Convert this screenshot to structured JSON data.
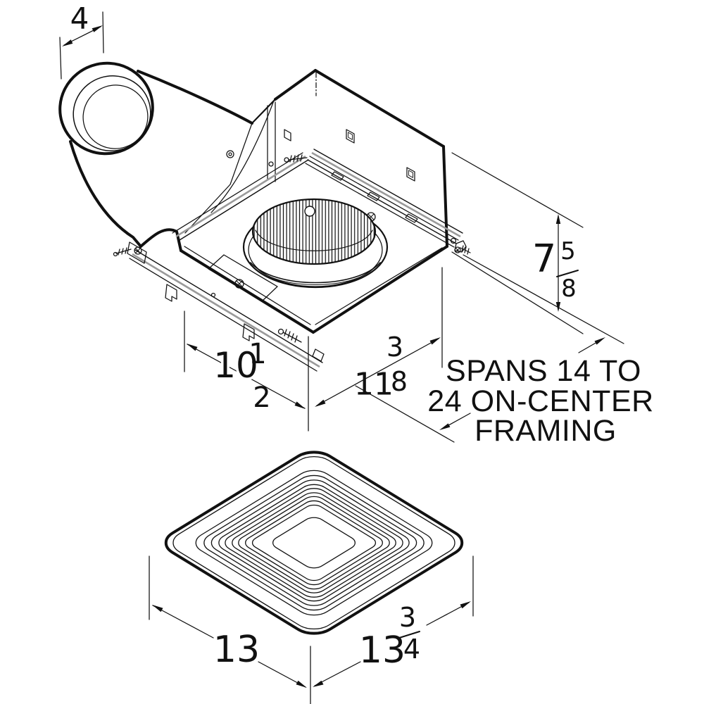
{
  "figure": {
    "background": "#ffffff",
    "ink": "#111111",
    "accent_gray": "#9a9a9a",
    "dimensions": {
      "duct_width": {
        "value": "4"
      },
      "housing_height": {
        "whole": "7",
        "numerator": "5",
        "denominator": "8"
      },
      "housing_width": {
        "whole": "10",
        "numerator": "1",
        "denominator": "2"
      },
      "housing_depth": {
        "whole": "11",
        "numerator": "3",
        "denominator": "8"
      },
      "grille_width": {
        "value": "13"
      },
      "grille_depth": {
        "whole": "13",
        "numerator": "3",
        "denominator": "4"
      }
    },
    "notes": {
      "framing": {
        "line1": "SPANS 14 TO",
        "line2": "24 ON-CENTER",
        "line3": "FRAMING"
      }
    }
  }
}
